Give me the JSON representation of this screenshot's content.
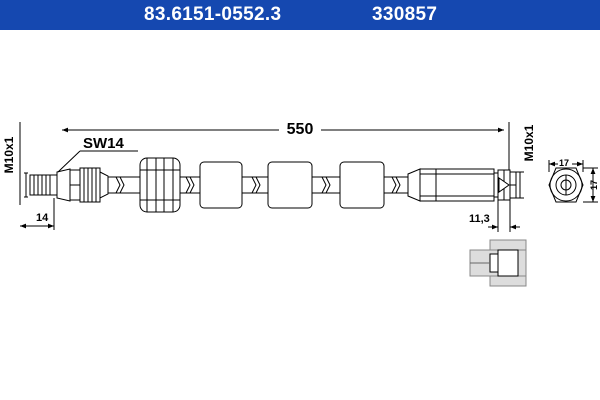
{
  "header": {
    "part_number": "83.6151-0552.3",
    "ref_number": "330857",
    "background": "#1548b0",
    "text_color": "#ffffff"
  },
  "labels": {
    "length": "550",
    "thread_left": "M10x1",
    "thread_right": "M10x1",
    "wrench_size": "SW14",
    "left_offset": "14",
    "right_offset": "11,3",
    "hex_width": "17",
    "hex_height": "17"
  }
}
